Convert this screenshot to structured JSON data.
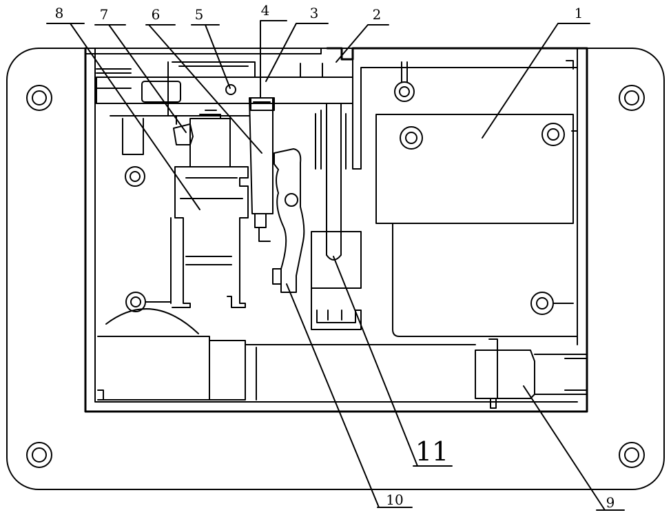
{
  "figure": {
    "background": "#ffffff",
    "line_color": "#000000",
    "callouts": [
      {
        "id": "c1",
        "label": "1"
      },
      {
        "id": "c2",
        "label": "2"
      },
      {
        "id": "c3",
        "label": "3"
      },
      {
        "id": "c4",
        "label": "4"
      },
      {
        "id": "c5",
        "label": "5"
      },
      {
        "id": "c6",
        "label": "6"
      },
      {
        "id": "c7",
        "label": "7"
      },
      {
        "id": "c8",
        "label": "8"
      },
      {
        "id": "c9",
        "label": "9"
      },
      {
        "id": "c10",
        "label": "10"
      },
      {
        "id": "c11",
        "label": "11"
      }
    ]
  }
}
